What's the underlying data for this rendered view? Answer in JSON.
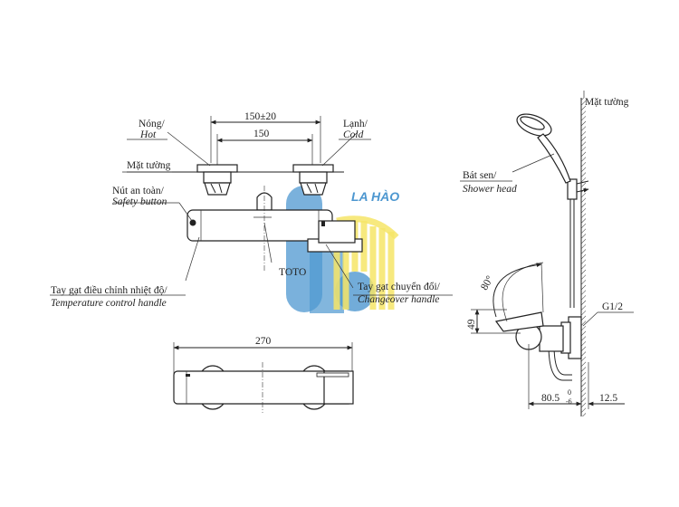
{
  "front_view": {
    "hot_vi": "Nóng/",
    "hot_en": "Hot",
    "cold_vi": "Lạnh/",
    "cold_en": "Cold",
    "wall_vi": "Mặt tường",
    "safety_vi": "Nút an toàn/",
    "safety_en": "Safety button",
    "temp_vi": "Tay gạt điều chỉnh nhiệt độ/",
    "temp_en": "Temperature control handle",
    "changeover_vi": "Tay gạt chuyển đổi/",
    "changeover_en": "Changeover handle",
    "brand": "TOTO",
    "dim_outer": "150±20",
    "dim_inner": "150"
  },
  "top_view": {
    "dim_length": "270"
  },
  "side_view": {
    "wall_vi": "Mặt tường",
    "shower_vi": "Bát sen/",
    "shower_en": "Shower head",
    "angle": "80°",
    "height": "49",
    "thread": "G1/2",
    "depth": "80.5",
    "depth_tol_upper": "0",
    "depth_tol_lower": "-6",
    "offset": "12.5"
  },
  "watermark": {
    "text": "LA HÀO",
    "colors": {
      "blue": "#2f86c8",
      "yellow": "#f4e04d"
    }
  }
}
